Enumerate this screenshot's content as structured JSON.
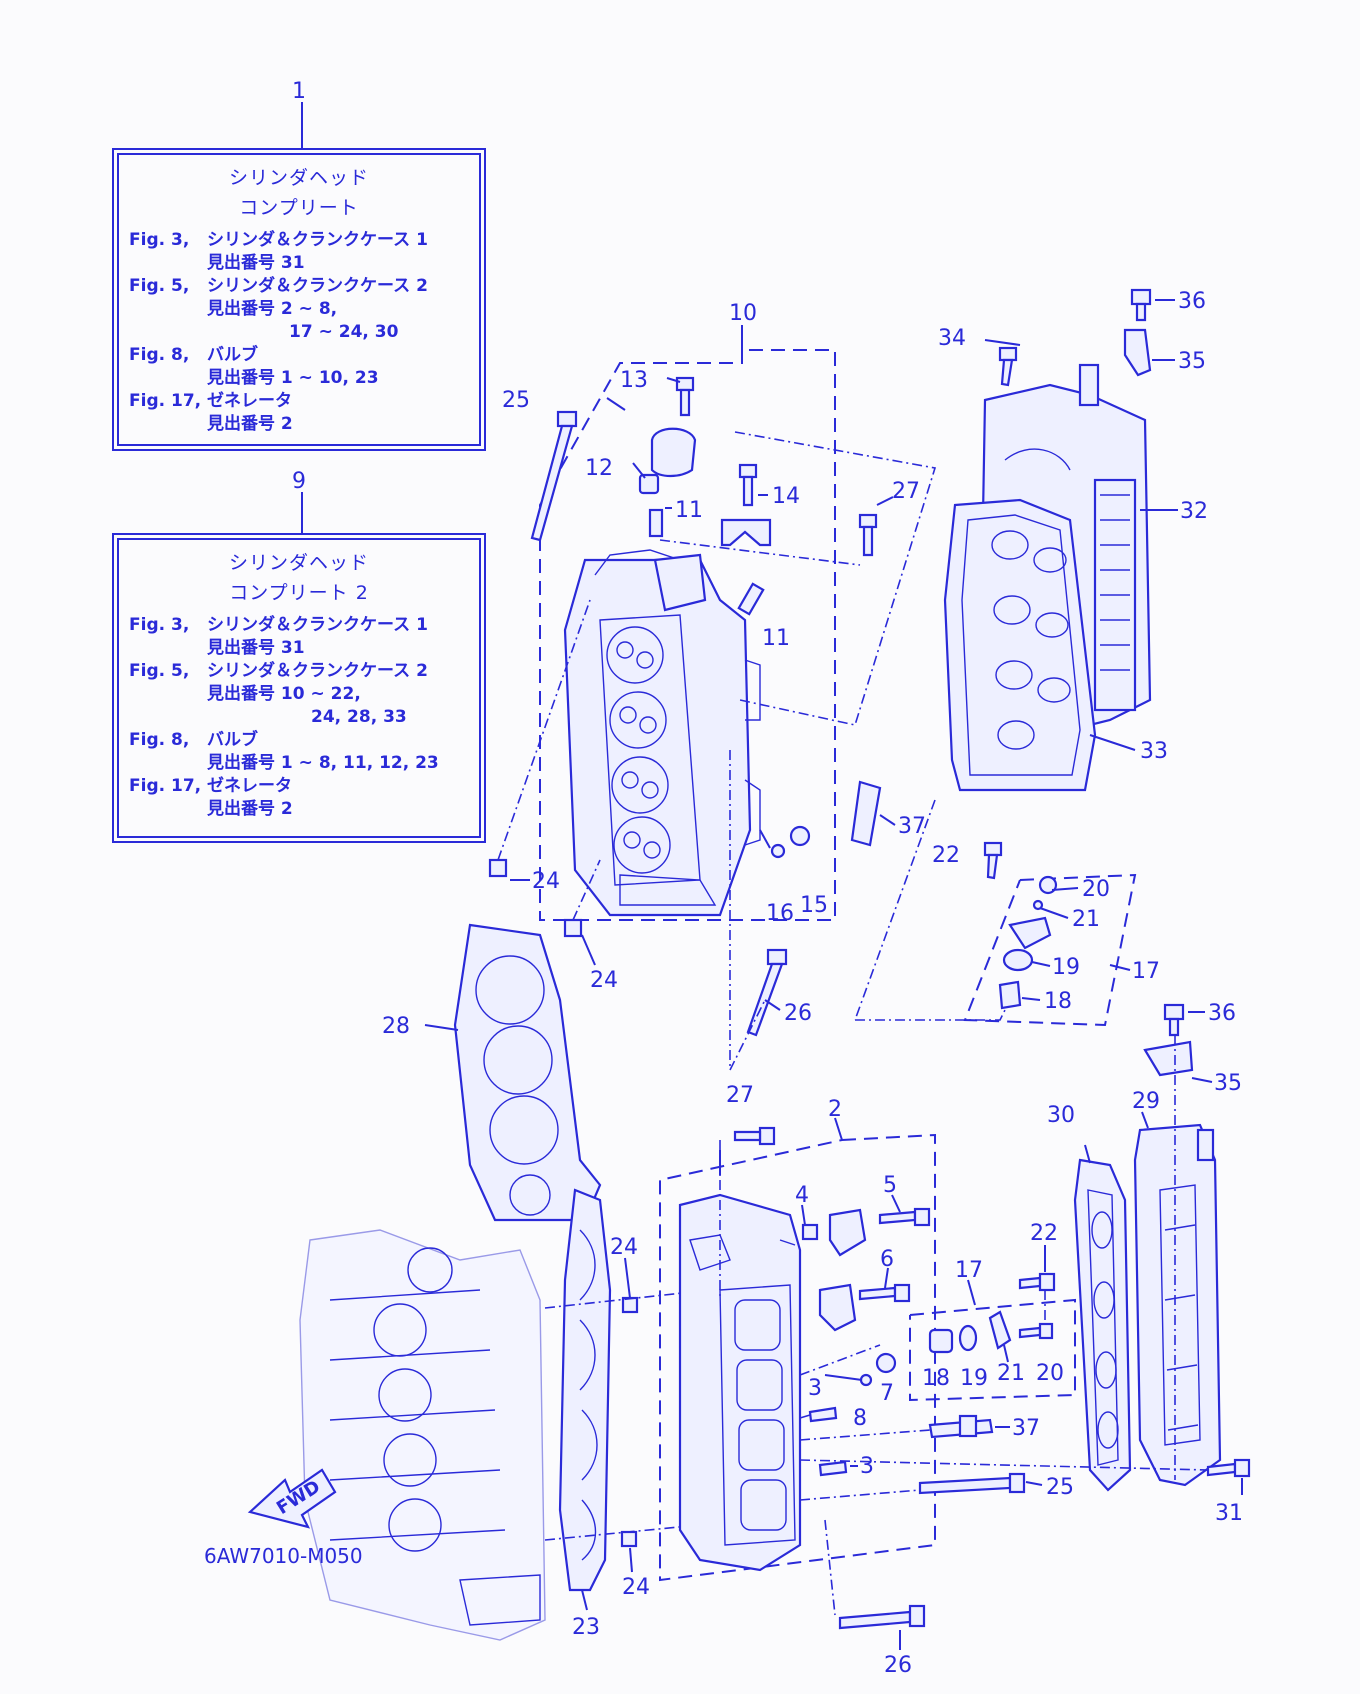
{
  "notes": [
    {
      "ref_number": "1",
      "title_lines": [
        "シリンダヘッド",
        "コンプリート"
      ],
      "refs": [
        {
          "fig": "Fig. 3,",
          "lines": [
            "シリンダ＆クランクケース 1",
            "見出番号 31"
          ]
        },
        {
          "fig": "Fig. 5,",
          "lines": [
            "シリンダ＆クランクケース 2",
            "見出番号 2 ~ 8,",
            "17 ~ 24, 30"
          ]
        },
        {
          "fig": "Fig. 8,",
          "lines": [
            "バルブ",
            "見出番号 1 ~ 10, 23"
          ]
        },
        {
          "fig": "Fig. 17,",
          "lines": [
            "ゼネレータ",
            "見出番号 2"
          ]
        }
      ]
    },
    {
      "ref_number": "9",
      "title_lines": [
        "シリンダヘッド",
        "コンプリート 2"
      ],
      "refs": [
        {
          "fig": "Fig. 3,",
          "lines": [
            "シリンダ＆クランクケース 1",
            "見出番号 31"
          ]
        },
        {
          "fig": "Fig. 5,",
          "lines": [
            "シリンダ＆クランクケース 2",
            "見出番号 10 ~ 22,",
            "24, 28, 33"
          ]
        },
        {
          "fig": "Fig. 8,",
          "lines": [
            "バルブ",
            "見出番号 1 ~ 8, 11, 12, 23"
          ]
        },
        {
          "fig": "Fig. 17,",
          "lines": [
            "ゼネレータ",
            "見出番号 2"
          ]
        }
      ]
    }
  ],
  "callouts": [
    "1",
    "9",
    "10",
    "13",
    "25",
    "12",
    "11",
    "14",
    "27",
    "11",
    "36",
    "34",
    "35",
    "32",
    "33",
    "37",
    "22",
    "20",
    "21",
    "19",
    "17",
    "18",
    "24",
    "16",
    "15",
    "24",
    "26",
    "28",
    "36",
    "35",
    "27",
    "2",
    "4",
    "5",
    "6",
    "30",
    "29",
    "22",
    "17",
    "18",
    "19",
    "21",
    "20",
    "3",
    "8",
    "7",
    "37",
    "3",
    "25",
    "31",
    "24",
    "23",
    "24",
    "26"
  ],
  "fwd_label": "FWD",
  "figure_code": "6AW7010-M050",
  "colors": {
    "ink": "#2a2ad8",
    "background": "#fbfbfd"
  }
}
